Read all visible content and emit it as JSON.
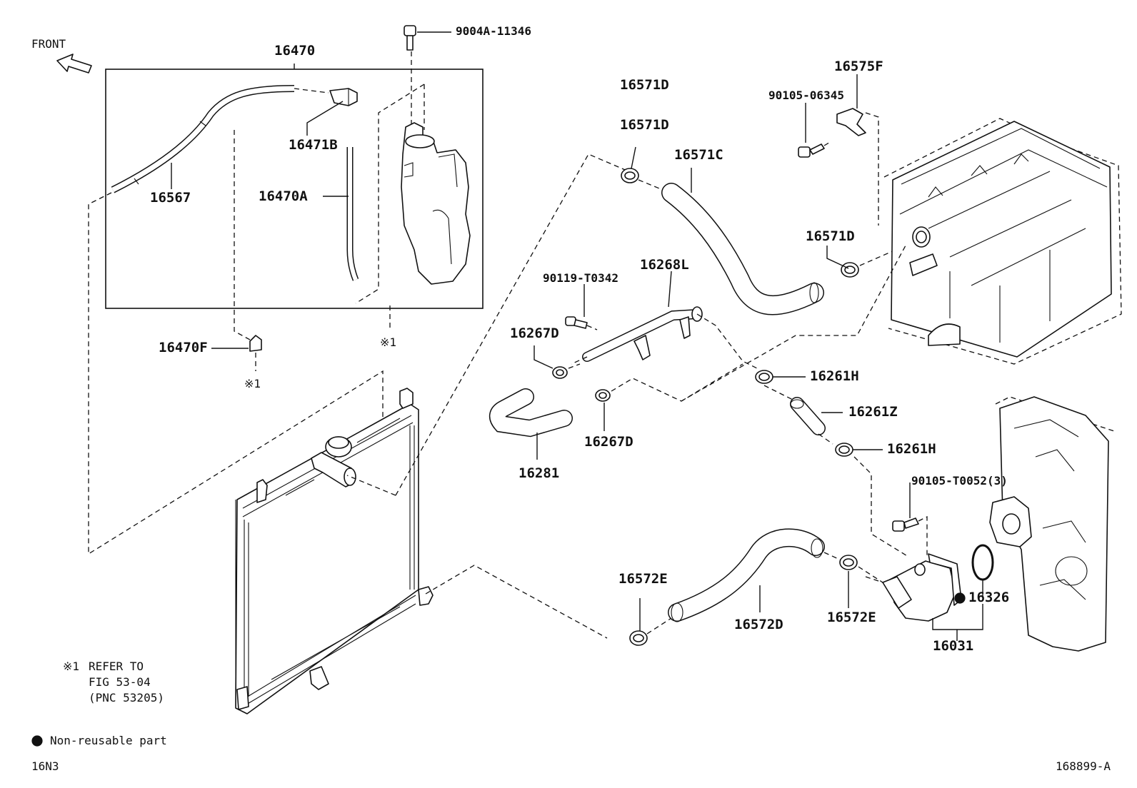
{
  "labels": {
    "front": "FRONT",
    "p16470": "16470",
    "p9004A": "9004A-11346",
    "p16471B": "16471B",
    "p16567": "16567",
    "p16470A": "16470A",
    "p16470F": "16470F",
    "ref1a": "※1",
    "ref1b": "※1",
    "p16571D_a": "16571D",
    "p16571D_b": "16571D",
    "p16571C": "16571C",
    "p16575F": "16575F",
    "p90105_06345": "90105-06345",
    "p16571D_c": "16571D",
    "p90119": "90119-T0342",
    "p16268L": "16268L",
    "p16267D_a": "16267D",
    "p16267D_b": "16267D",
    "p16281": "16281",
    "p16261H_a": "16261H",
    "p16261Z": "16261Z",
    "p16261H_b": "16261H",
    "p90105_T0052": "90105-T0052(3)",
    "p16326": "16326",
    "p16031": "16031",
    "p16572E_a": "16572E",
    "p16572D": "16572D",
    "p16572E_b": "16572E"
  },
  "notes": {
    "refer_mark": "※1",
    "refer_line1": "REFER TO",
    "refer_line2": "FIG 53-04",
    "refer_line3": "(PNC 53205)",
    "non_reusable": "Non-reusable part",
    "page_code": "16N3",
    "drawing_no": "168899-A"
  },
  "icons": {
    "front_arrow": "front-arrow-icon",
    "non_reusable_bullet": "filled-circle-icon"
  }
}
